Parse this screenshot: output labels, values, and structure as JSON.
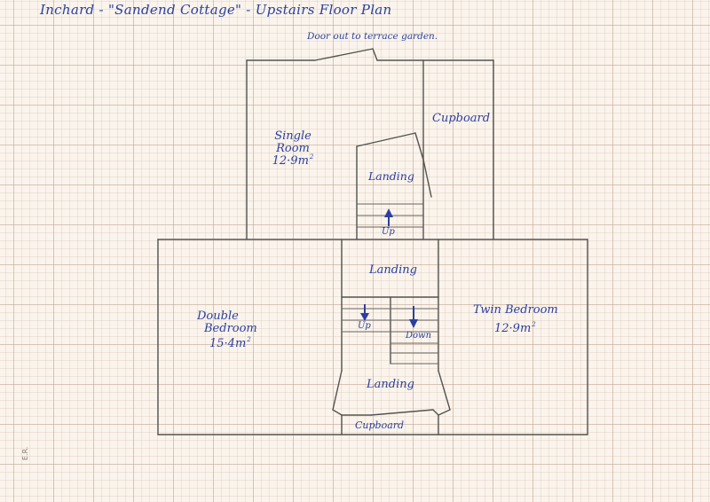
{
  "title": "Inchard - \"Sandend Cottage\" - Upstairs Floor Plan",
  "note": "Door out to terrace garden.",
  "initials": "E.R.",
  "colors": {
    "ink": "#2c3f9e",
    "pencil": "#55534f",
    "paper": "#faf4ec",
    "grid": "#c8aa96"
  },
  "rooms": {
    "single_room": {
      "line1": "Single",
      "line2": "Room",
      "area": "12·9m",
      "unit_sup": "2"
    },
    "cupboard_top": {
      "label": "Cupboard"
    },
    "landing_top": {
      "label": "Landing"
    },
    "stairs_up_top": {
      "label": "Up"
    },
    "landing_mid": {
      "label": "Landing"
    },
    "stairs_up_mid": {
      "label": "Up"
    },
    "stairs_down": {
      "label": "Down"
    },
    "landing_bottom": {
      "label": "Landing"
    },
    "cupboard_bottom": {
      "label": "Cupboard"
    },
    "double_bedroom": {
      "line1": "Double",
      "line2": "Bedroom",
      "area": "15·4m",
      "unit_sup": "2"
    },
    "twin_bedroom": {
      "line1": "Twin Bedroom",
      "area": "12·9m",
      "unit_sup": "2"
    }
  }
}
